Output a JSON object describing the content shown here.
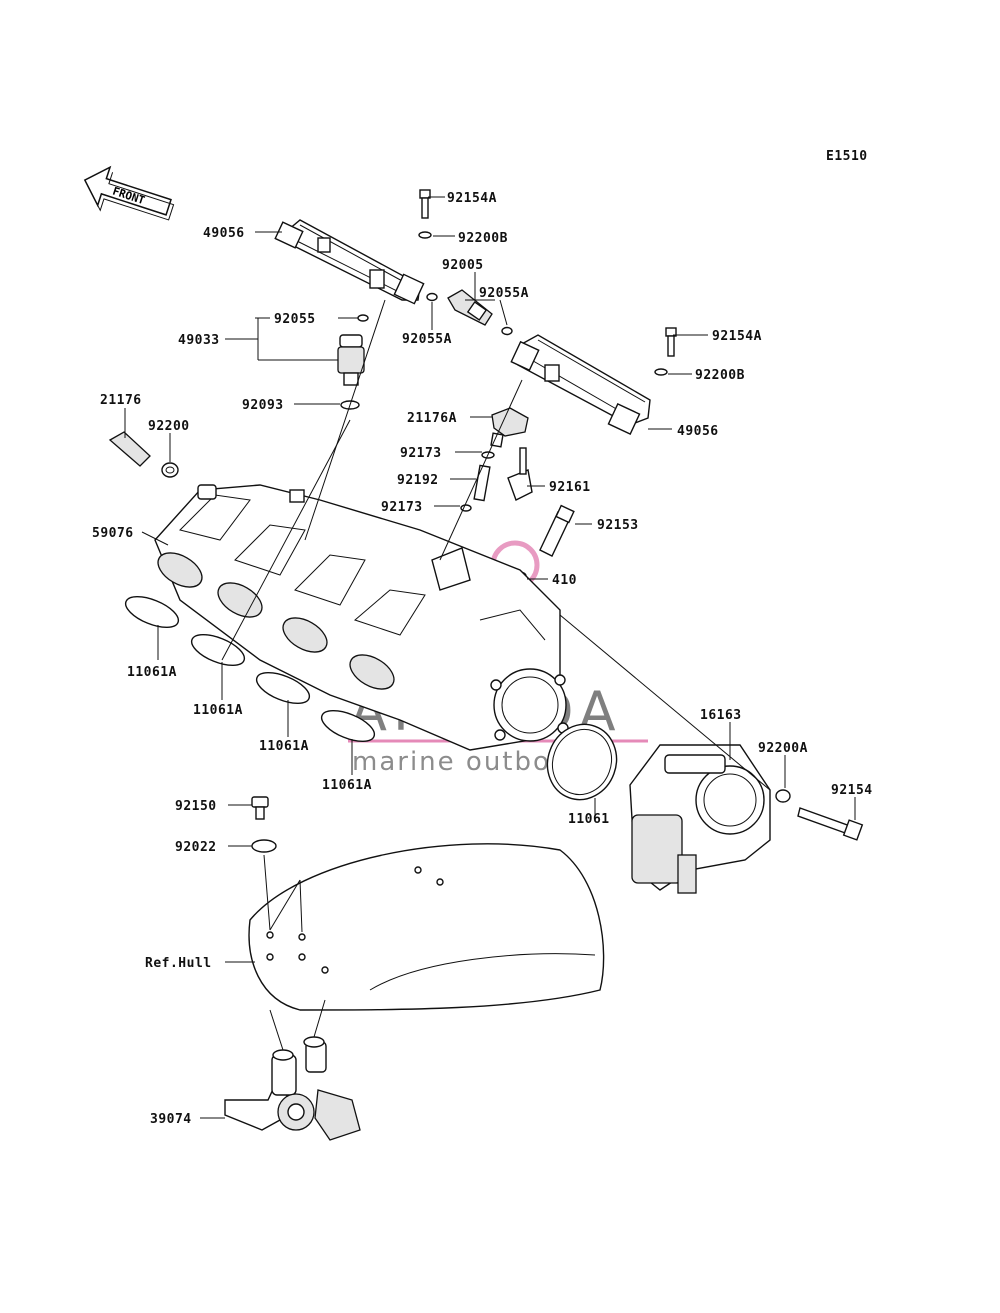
{
  "diagram": {
    "code": "E1510",
    "front_arrow": "FRONT",
    "watermark": {
      "brand": "ARMADA",
      "tagline": "marine outboards",
      "accent": "#e58ab8"
    },
    "callouts": [
      "92154A",
      "92200B",
      "49056",
      "92005",
      "92055A",
      "92055",
      "49033",
      "92055A",
      "92154A",
      "92200B",
      "49056",
      "21176",
      "92200",
      "92093",
      "21176A",
      "92173",
      "92192",
      "92161",
      "92173",
      "59076",
      "92153",
      "410",
      "11061A",
      "11061A",
      "11061A",
      "11061A",
      "16163",
      "92200A",
      "92154",
      "11061",
      "92150",
      "92022",
      "Ref.Hull",
      "39074"
    ]
  }
}
